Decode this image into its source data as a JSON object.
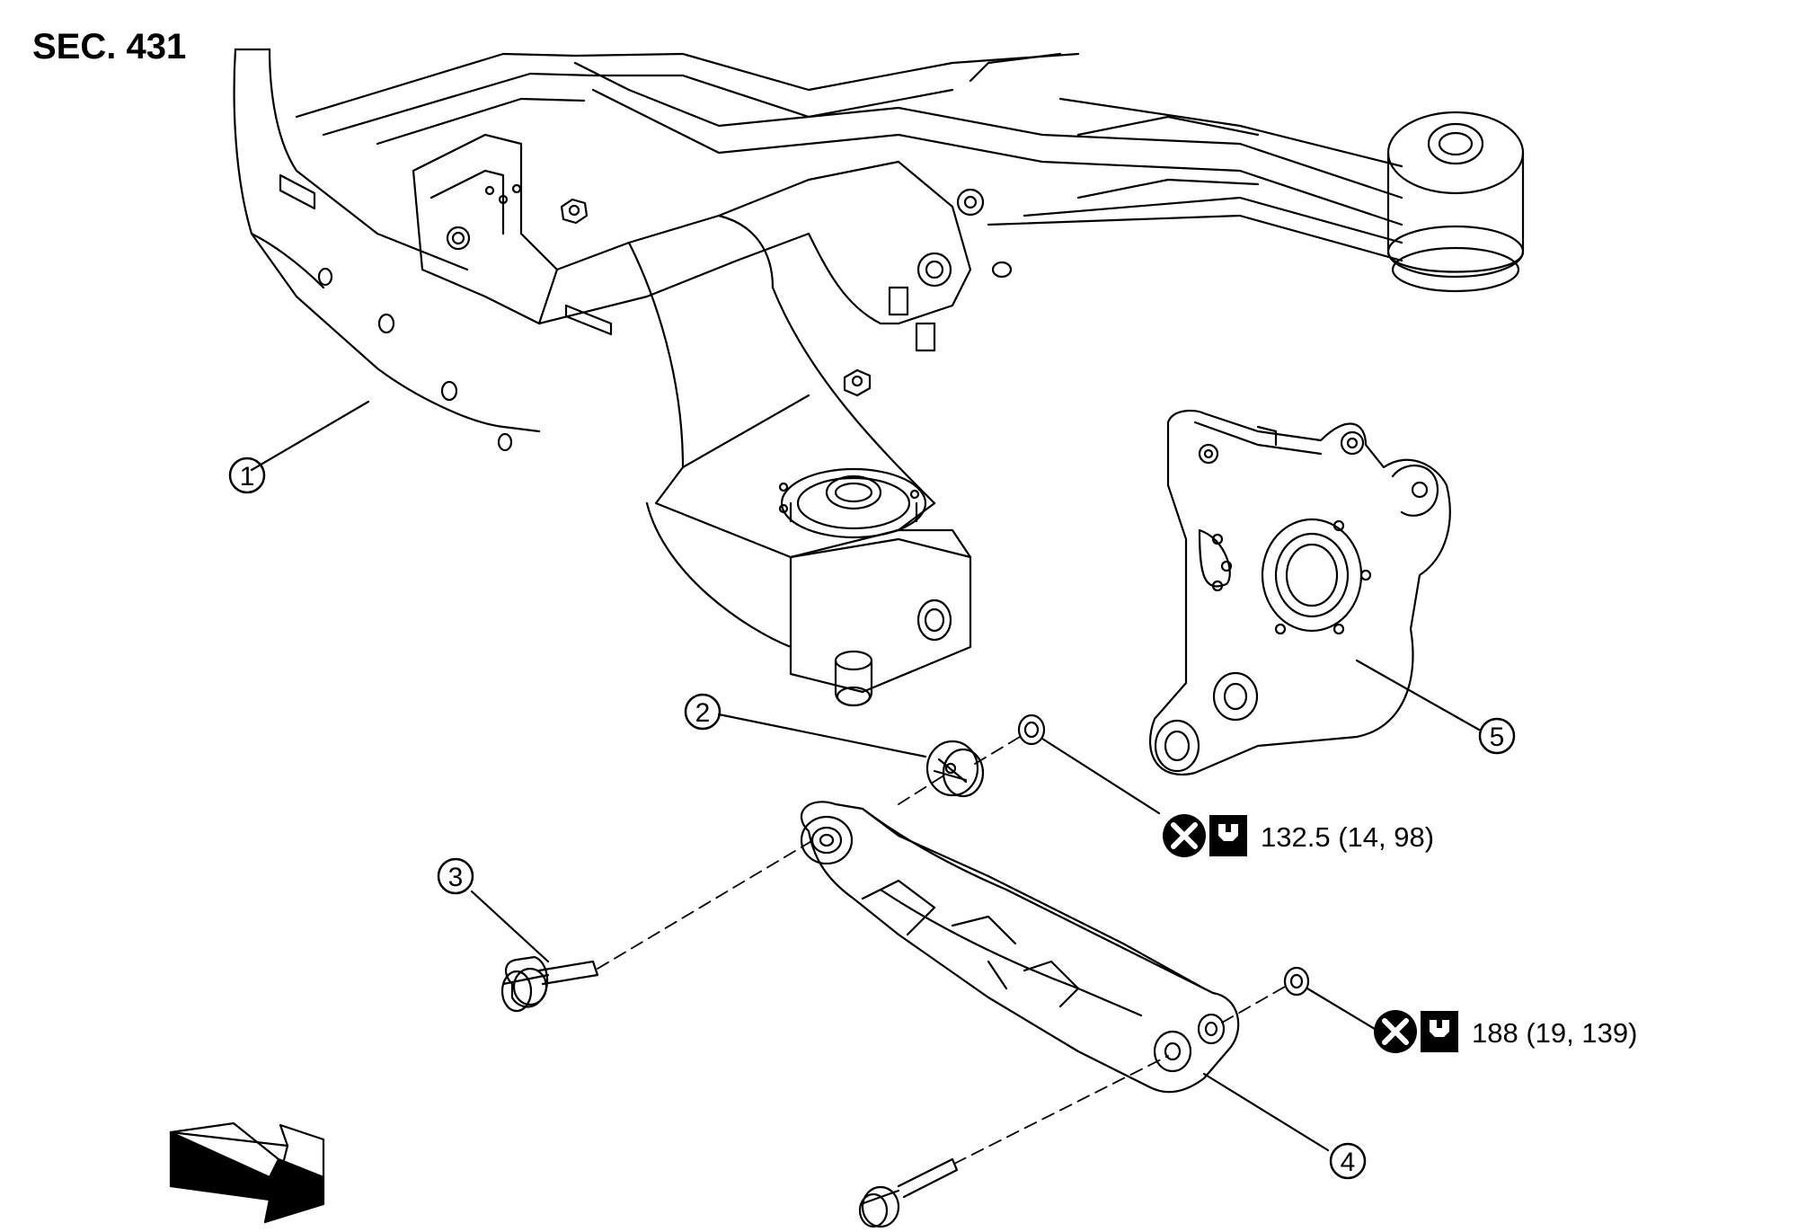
{
  "section_label": "SEC. 431",
  "callouts": [
    {
      "number": "1",
      "part": "rear suspension member"
    },
    {
      "number": "2",
      "part": "adjusting cam"
    },
    {
      "number": "3",
      "part": "adjusting bolt"
    },
    {
      "number": "4",
      "part": "lower link"
    },
    {
      "number": "5",
      "part": "axle housing"
    }
  ],
  "torque_specs": [
    {
      "value": "132.5 (14, 98)",
      "icons": [
        "do-not-reuse-icon",
        "nut-torque-icon"
      ]
    },
    {
      "value": "188 (19, 139)",
      "icons": [
        "do-not-reuse-icon",
        "nut-torque-icon"
      ]
    }
  ],
  "colors": {
    "line": "#000000",
    "background": "#ffffff"
  }
}
